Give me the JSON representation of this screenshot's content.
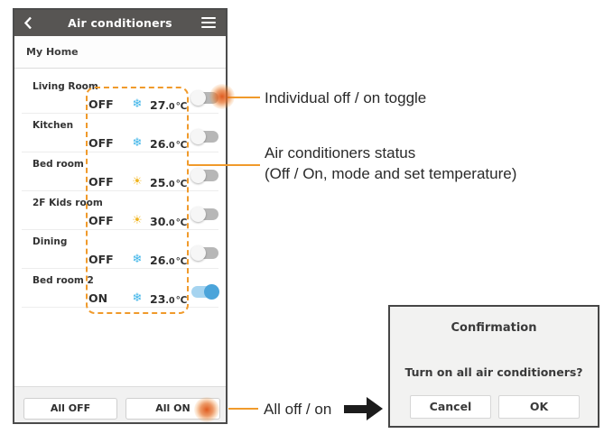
{
  "app": {
    "header": {
      "title": "Air conditioners"
    },
    "home_label": "My Home",
    "temp_unit": "℃",
    "rooms": [
      {
        "name": "Living Room",
        "power": "OFF",
        "mode": "cool",
        "mode_icon": "snowflake-icon",
        "temp": "27.0",
        "on": false,
        "tapped": true
      },
      {
        "name": "Kitchen",
        "power": "OFF",
        "mode": "cool",
        "mode_icon": "snowflake-icon",
        "temp": "26.0",
        "on": false,
        "tapped": false
      },
      {
        "name": "Bed room",
        "power": "OFF",
        "mode": "heat",
        "mode_icon": "sun-icon",
        "temp": "25.0",
        "on": false,
        "tapped": false
      },
      {
        "name": "2F Kids room",
        "power": "OFF",
        "mode": "heat",
        "mode_icon": "sun-icon",
        "temp": "30.0",
        "on": false,
        "tapped": false
      },
      {
        "name": "Dining",
        "power": "OFF",
        "mode": "cool",
        "mode_icon": "snowflake-icon",
        "temp": "26.0",
        "on": false,
        "tapped": false
      },
      {
        "name": "Bed room 2",
        "power": "ON",
        "mode": "cool",
        "mode_icon": "snowflake-icon",
        "temp": "23.0",
        "on": true,
        "tapped": false
      }
    ],
    "footer": {
      "all_off_label": "All OFF",
      "all_on_label": "All ON"
    }
  },
  "icons": {
    "cool": "❄",
    "heat": "☀"
  },
  "annotations": {
    "toggle_label": "Individual off / on toggle",
    "status_line1": "Air conditioners status",
    "status_line2": "(Off / On, mode and set temperature)",
    "all_label": "All off / on"
  },
  "dialog": {
    "title": "Confirmation",
    "message": "Turn on all air conditioners?",
    "cancel_label": "Cancel",
    "ok_label": "OK"
  },
  "colors": {
    "accent_orange": "#F09A2B",
    "cool_blue": "#3DB4E8",
    "heat_yellow": "#F0B41E",
    "toggle_on_track": "#A6D4F0",
    "toggle_on_knob": "#4BA4DA",
    "header_gray": "#575553"
  }
}
